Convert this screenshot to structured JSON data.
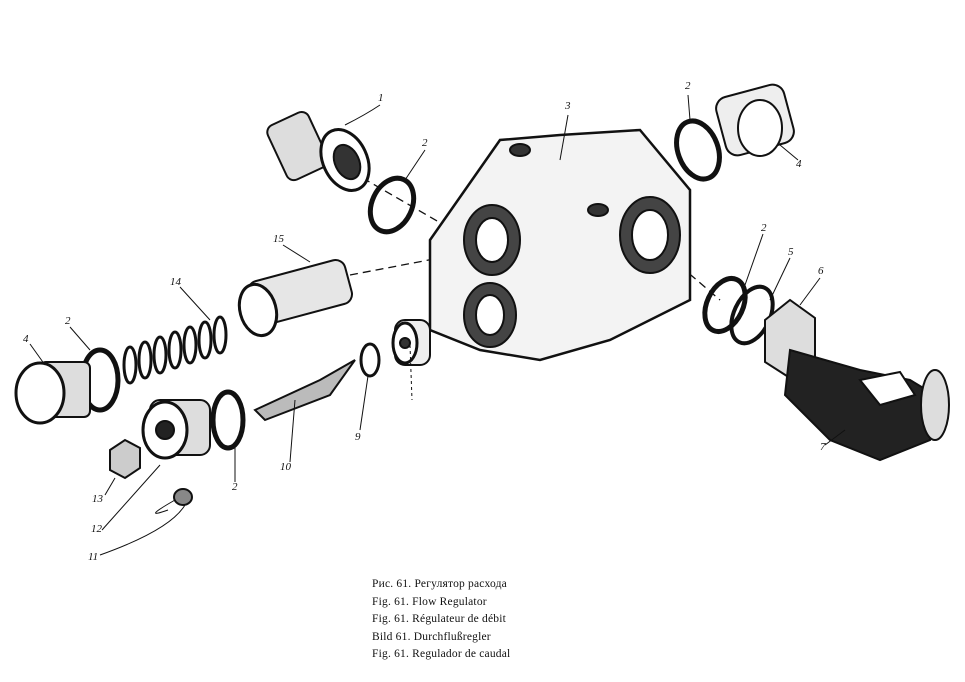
{
  "figure": {
    "callouts": [
      {
        "id": "c1",
        "text": "1"
      },
      {
        "id": "c2a",
        "text": "2"
      },
      {
        "id": "c3",
        "text": "3"
      },
      {
        "id": "c2b",
        "text": "2"
      },
      {
        "id": "c4a",
        "text": "4"
      },
      {
        "id": "c15",
        "text": "15"
      },
      {
        "id": "c14",
        "text": "14"
      },
      {
        "id": "c2c",
        "text": "2"
      },
      {
        "id": "c4b",
        "text": "4"
      },
      {
        "id": "c2d",
        "text": "2"
      },
      {
        "id": "c5",
        "text": "5"
      },
      {
        "id": "c6",
        "text": "6"
      },
      {
        "id": "c7",
        "text": "7"
      },
      {
        "id": "c9",
        "text": "9"
      },
      {
        "id": "c10",
        "text": "10"
      },
      {
        "id": "c2e",
        "text": "2"
      },
      {
        "id": "c13",
        "text": "13"
      },
      {
        "id": "c12",
        "text": "12"
      },
      {
        "id": "c11",
        "text": "11"
      }
    ],
    "caption": [
      "Рис. 61. Регулятор расхода",
      "Fig. 61. Flow Regulator",
      "Fig. 61. Régulateur de débit",
      "Bild 61. Durchflußregler",
      "Fig. 61. Regulador de caudal"
    ]
  }
}
